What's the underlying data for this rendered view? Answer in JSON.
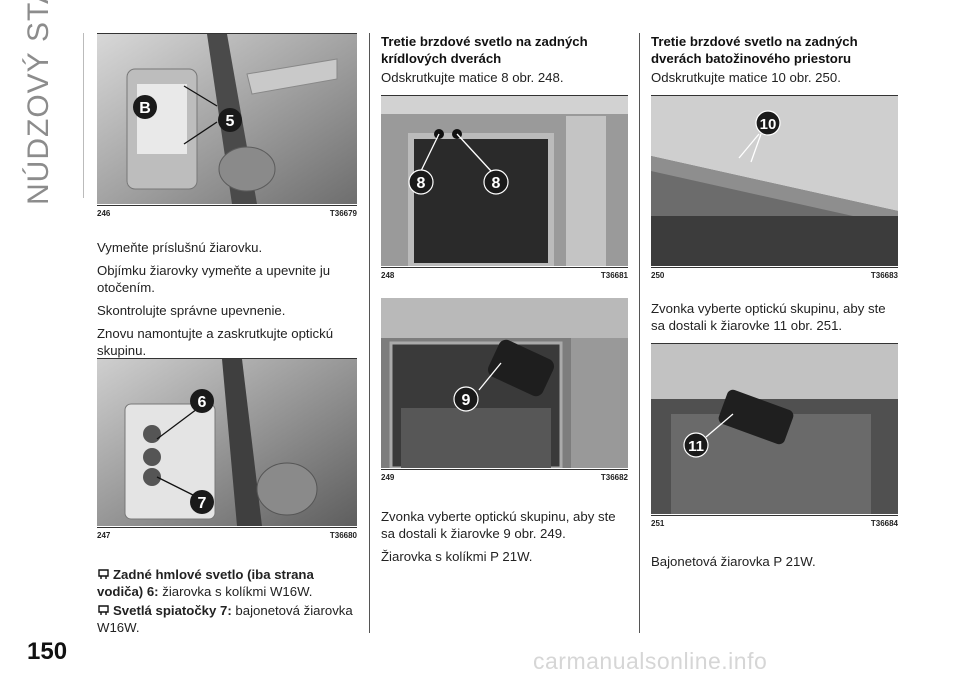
{
  "sidebar": {
    "section_title": "NÚDZOVÝ STAV"
  },
  "page": {
    "number": "150"
  },
  "figures": [
    {
      "num": "246",
      "code": "T36679",
      "markers": [
        "B",
        "5"
      ]
    },
    {
      "num": "247",
      "code": "T36680",
      "markers": [
        "6",
        "7"
      ]
    },
    {
      "num": "248",
      "code": "T36681",
      "markers": [
        "8",
        "8"
      ]
    },
    {
      "num": "249",
      "code": "T36682",
      "markers": [
        "9"
      ]
    },
    {
      "num": "250",
      "code": "T36683",
      "markers": [
        "10"
      ]
    },
    {
      "num": "251",
      "code": "T36684",
      "markers": [
        "11"
      ]
    }
  ],
  "col1": {
    "p1": "Vymeňte príslušnú žiarovku.",
    "p2": "Objímku žiarovky vymeňte a upevnite ju otočením.",
    "p3": "Skontrolujte správne upevnenie.",
    "p4": "Znovu namontujte a zaskrutkujte optickú skupinu.",
    "fog_label": "Zadné hmlové svetlo (iba strana vodiča) 6:",
    "fog_text": "žiarovka s kolíkmi W16W.",
    "rev_label": "Svetlá spiatočky 7:",
    "rev_text": "bajonetová žiarovka W16W."
  },
  "col2": {
    "heading": "Tretie brzdové svetlo na zadných krídlových dverách",
    "p1": "Odskrutkujte matice 8 obr. 248.",
    "p2": "Zvonka vyberte optickú skupinu, aby ste sa dostali k žiarovke 9 obr. 249.",
    "p3": "Žiarovka s kolíkmi P 21W."
  },
  "col3": {
    "heading": "Tretie brzdové svetlo na zadných dverách batožinového priestoru",
    "p1": "Odskrutkujte matice 10 obr. 250.",
    "p2": "Zvonka vyberte optickú skupinu, aby ste sa dostali k žiarovke 11 obr. 251.",
    "p3": "Bajonetová žiarovka P 21W."
  },
  "watermark": "carmanualsonline.info"
}
